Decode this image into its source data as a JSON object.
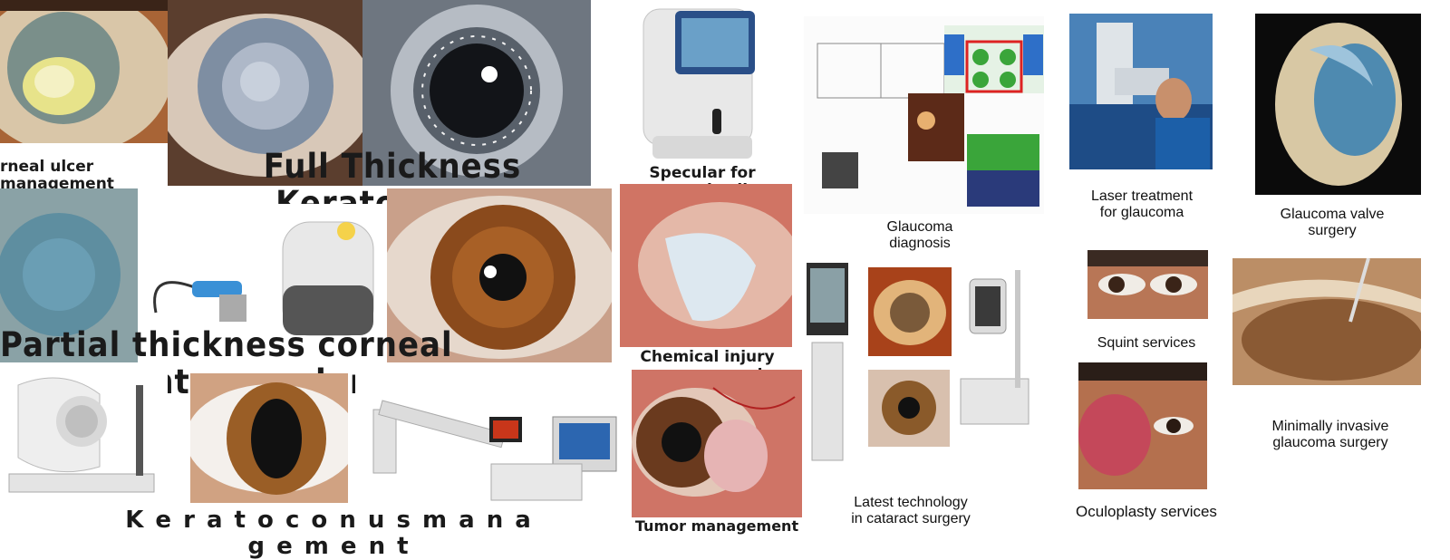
{
  "labels": {
    "corneal_ulcer": "rneal ulcer management",
    "full_thickness": "Full Thickness Keratoplasty",
    "specular": "Specular for corneal cells",
    "glaucoma_diagnosis": "Glaucoma\ndiagnosis",
    "laser_glaucoma": "Laser treatment\nfor glaucoma",
    "glaucoma_valve": "Glaucoma valve\nsurgery",
    "partial_thickness": "Partial thickness corneal transplant procedure",
    "chemical_injury": "Chemical injury management",
    "squint": "Squint services",
    "migs": "Minimally invasive\nglaucoma surgery",
    "keratoconus": "K e r a t o c o n u s    m a n a g e m e n t",
    "tumor": "Tumor management",
    "cataract_tech": "Latest technology\nin cataract surgery",
    "oculoplasty": "Oculoplasty services"
  },
  "colors": {
    "iris_brown": "#8a4a1c",
    "iris_blue_grey": "#5f7280",
    "sclera": "#e9dccd",
    "skin": "#c9865e",
    "machine_white": "#e8e8e8",
    "accent_green": "#3aa53a",
    "accent_red": "#d22"
  }
}
